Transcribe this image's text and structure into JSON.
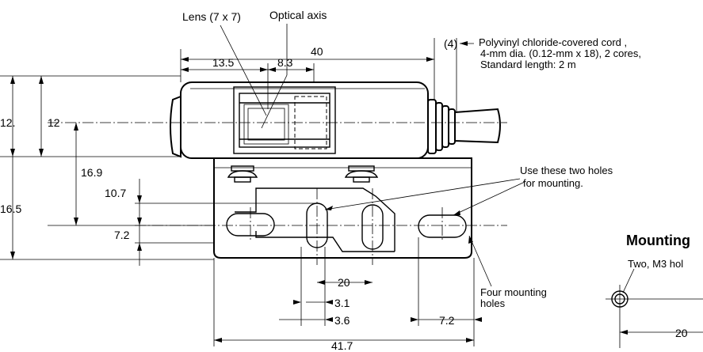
{
  "callouts": {
    "lens": "Lens (7 x 7)",
    "optical_axis": "Optical axis",
    "cord_line1": "Polyvinyl chloride-covered cord ,",
    "cord_line2": "4-mm dia. (0.12-mm x 18), 2 cores,",
    "cord_line3": "Standard length: 2 m",
    "holes_line1": "Use these two holes",
    "holes_line2": "for mounting.",
    "four_holes_line1": "Four mounting",
    "four_holes_line2": "holes"
  },
  "dimensions": {
    "overall_length": "40",
    "cord_offset": "(4)",
    "lens_offset": "13.5",
    "axis_offset": "8.3",
    "height_outer": "12. ",
    "height_inner": "12",
    "upper_to_hole": "16.9",
    "total_height": "16.5",
    "hole_height": "10.7",
    "bottom_offset": "7.2",
    "hole_pitch": "20",
    "slot_a": "3.1",
    "slot_b": "3.6",
    "right_offset": "7.2",
    "bracket_width": "41.7"
  },
  "mounting_panel": {
    "heading": "Mounting",
    "hole_label": "Two, M3 hol",
    "pitch": "20"
  }
}
